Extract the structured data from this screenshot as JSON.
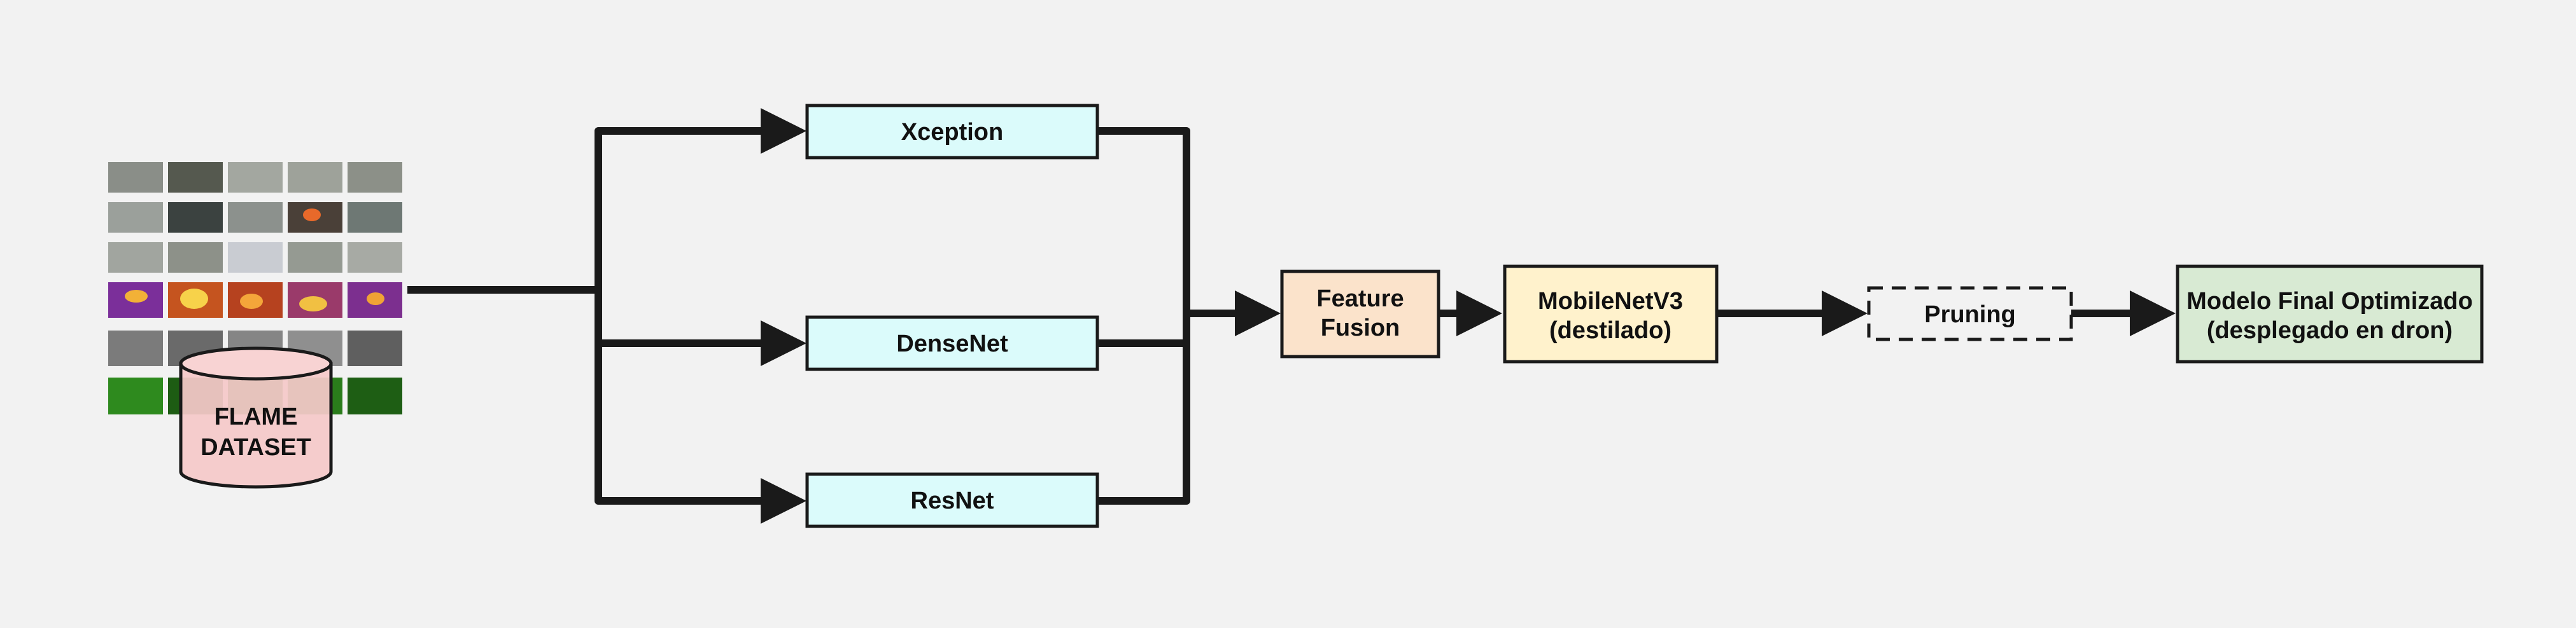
{
  "dataset": {
    "line1": "FLAME",
    "line2": "DATASET"
  },
  "backbones": [
    {
      "label": "Xception"
    },
    {
      "label": "DenseNet"
    },
    {
      "label": "ResNet"
    }
  ],
  "fusion": {
    "line1": "Feature",
    "line2": "Fusion"
  },
  "student": {
    "line1": "MobileNetV3",
    "line2": "(destilado)"
  },
  "pruning": {
    "label": "Pruning"
  },
  "final": {
    "line1": "Modelo Final Optimizado",
    "line2": "(desplegado en dron)"
  },
  "colors": {
    "background": "#f2f2f2",
    "stroke": "#1a1a1a",
    "backbone_fill": "#dbfbfb",
    "fusion_fill": "#fbe3cb",
    "student_fill": "#fff2cc",
    "final_fill": "#d8ead3",
    "dataset_fill": "#f5c9c9"
  }
}
